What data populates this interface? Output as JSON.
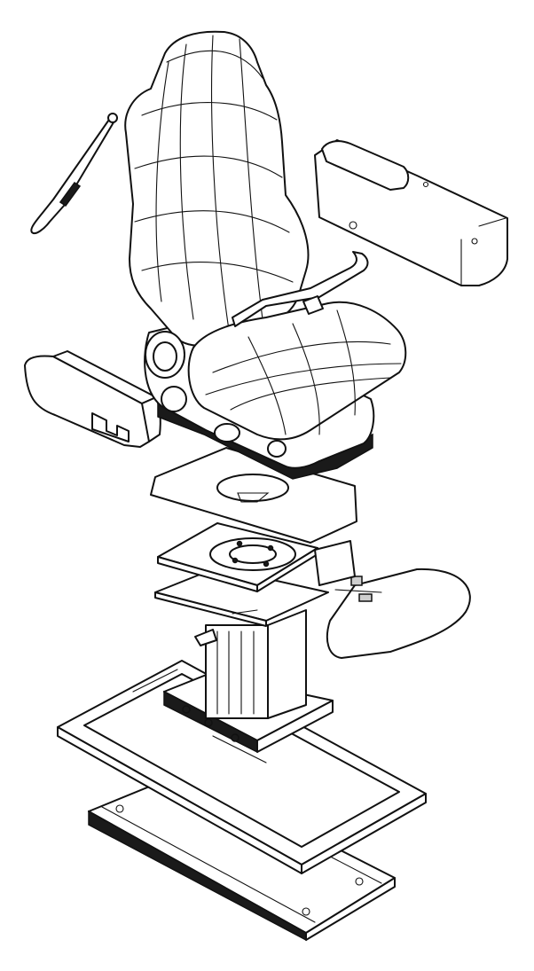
{
  "figure": {
    "colors": {
      "line": "#111111",
      "fill": "#ffffff",
      "shade": "#1a1a1a",
      "grey": "#cfcfcf"
    },
    "parts": [
      "seat-belt-buckle",
      "seat",
      "armrest-right",
      "armrest-left",
      "lap-belt",
      "seat-adapter-plate",
      "swivel-plate",
      "side-tray",
      "pedestal-column",
      "base-frame",
      "slide-rail-base"
    ]
  }
}
